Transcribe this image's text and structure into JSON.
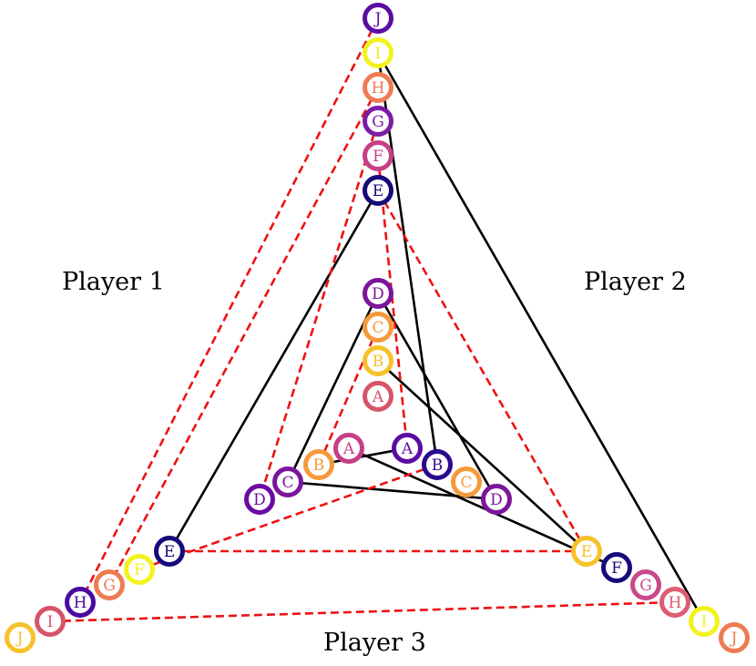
{
  "players": [
    {
      "name": "Player 1"
    },
    {
      "name": "Player 2"
    },
    {
      "name": "Player 3"
    }
  ],
  "node_colors": {
    "A": "#d6546a",
    "B": "#f7c12a",
    "C": "#f59a3a",
    "D": "#7b159b",
    "E": "#1d0c84",
    "F": "#c63f85",
    "G": "#7a1ca4",
    "H": "#ee7b52",
    "I": "#f2f21e",
    "J": "#5a0ca3",
    "F_br": "#160b7a",
    "G_br": "#c84a8a",
    "H_br": "#dd5d72",
    "I_br": "#f2f21e",
    "J_br": "#ee7b52",
    "E_bl": "#160b7a",
    "F_bl": "#f2f21e",
    "G_bl": "#ee7b52",
    "H_bl": "#4a0aa0",
    "I_bl": "#d6546a",
    "J_bl": "#f7c12a",
    "A_c1": "#c63f85",
    "B_c1": "#f59a3a",
    "C_c1": "#7b159b",
    "D_c1": "#6a0ca3",
    "A_c2": "#5a0ca3",
    "B_c2": "#2a0a8a",
    "C_c2": "#f59a3a",
    "D_c2": "#7b159b",
    "E_c2": "#f7c12a"
  },
  "edge_styles": {
    "solid": {
      "color": "#000000"
    },
    "dashed": {
      "color": "#ee1111"
    }
  },
  "nodes": [
    {
      "id": "t_J",
      "label": "J",
      "color_key": "J"
    },
    {
      "id": "t_I",
      "label": "I",
      "color_key": "I"
    },
    {
      "id": "t_H",
      "label": "H",
      "color_key": "H"
    },
    {
      "id": "t_G",
      "label": "G",
      "color_key": "G"
    },
    {
      "id": "t_F",
      "label": "F",
      "color_key": "F"
    },
    {
      "id": "t_E",
      "label": "E",
      "color_key": "E_bl"
    },
    {
      "id": "t_D",
      "label": "D",
      "color_key": "D"
    },
    {
      "id": "t_C",
      "label": "C",
      "color_key": "C"
    },
    {
      "id": "t_B",
      "label": "B",
      "color_key": "B"
    },
    {
      "id": "t_A",
      "label": "A",
      "color_key": "A"
    },
    {
      "id": "l_A",
      "label": "A",
      "color_key": "A_c1"
    },
    {
      "id": "l_B",
      "label": "B",
      "color_key": "B_c1"
    },
    {
      "id": "l_C",
      "label": "C",
      "color_key": "C_c1"
    },
    {
      "id": "l_D",
      "label": "D",
      "color_key": "D_c1"
    },
    {
      "id": "r_A",
      "label": "A",
      "color_key": "A_c2"
    },
    {
      "id": "r_B",
      "label": "B",
      "color_key": "B_c2"
    },
    {
      "id": "r_C",
      "label": "C",
      "color_key": "C_c2"
    },
    {
      "id": "r_D",
      "label": "D",
      "color_key": "D_c2"
    },
    {
      "id": "bl_E",
      "label": "E",
      "color_key": "E_bl"
    },
    {
      "id": "bl_F",
      "label": "F",
      "color_key": "F_bl"
    },
    {
      "id": "bl_G",
      "label": "G",
      "color_key": "G_bl"
    },
    {
      "id": "bl_H",
      "label": "H",
      "color_key": "H_bl"
    },
    {
      "id": "bl_I",
      "label": "I",
      "color_key": "I_bl"
    },
    {
      "id": "bl_J",
      "label": "J",
      "color_key": "J_bl"
    },
    {
      "id": "br_E",
      "label": "E",
      "color_key": "E_c2"
    },
    {
      "id": "br_F",
      "label": "F",
      "color_key": "F_br"
    },
    {
      "id": "br_G",
      "label": "G",
      "color_key": "G_br"
    },
    {
      "id": "br_H",
      "label": "H",
      "color_key": "H_br"
    },
    {
      "id": "br_I",
      "label": "I",
      "color_key": "I_br"
    },
    {
      "id": "br_J",
      "label": "J",
      "color_key": "J_br"
    }
  ],
  "edges": [
    {
      "from": "t_I",
      "to": "br_I",
      "style": "solid"
    },
    {
      "from": "t_I",
      "to": "r_B",
      "style": "solid"
    },
    {
      "from": "t_E",
      "to": "bl_E",
      "style": "solid"
    },
    {
      "from": "t_D",
      "to": "l_C",
      "style": "solid"
    },
    {
      "from": "t_D",
      "to": "r_D",
      "style": "solid"
    },
    {
      "from": "l_C",
      "to": "r_D",
      "style": "solid"
    },
    {
      "from": "t_B",
      "to": "br_E",
      "style": "solid"
    },
    {
      "from": "l_A",
      "to": "br_F",
      "style": "solid"
    },
    {
      "from": "l_B",
      "to": "r_A",
      "style": "solid"
    },
    {
      "from": "t_J",
      "to": "bl_H",
      "style": "dashed"
    },
    {
      "from": "t_H",
      "to": "bl_G",
      "style": "dashed"
    },
    {
      "from": "t_G",
      "to": "l_D",
      "style": "dashed"
    },
    {
      "from": "t_E",
      "to": "br_E",
      "style": "dashed"
    },
    {
      "from": "t_F",
      "to": "r_A",
      "style": "dashed"
    },
    {
      "from": "t_C",
      "to": "l_B",
      "style": "dashed"
    },
    {
      "from": "bl_E",
      "to": "br_E",
      "style": "dashed"
    },
    {
      "from": "bl_F",
      "to": "r_B",
      "style": "dashed"
    },
    {
      "from": "bl_I",
      "to": "br_H",
      "style": "dashed"
    }
  ]
}
